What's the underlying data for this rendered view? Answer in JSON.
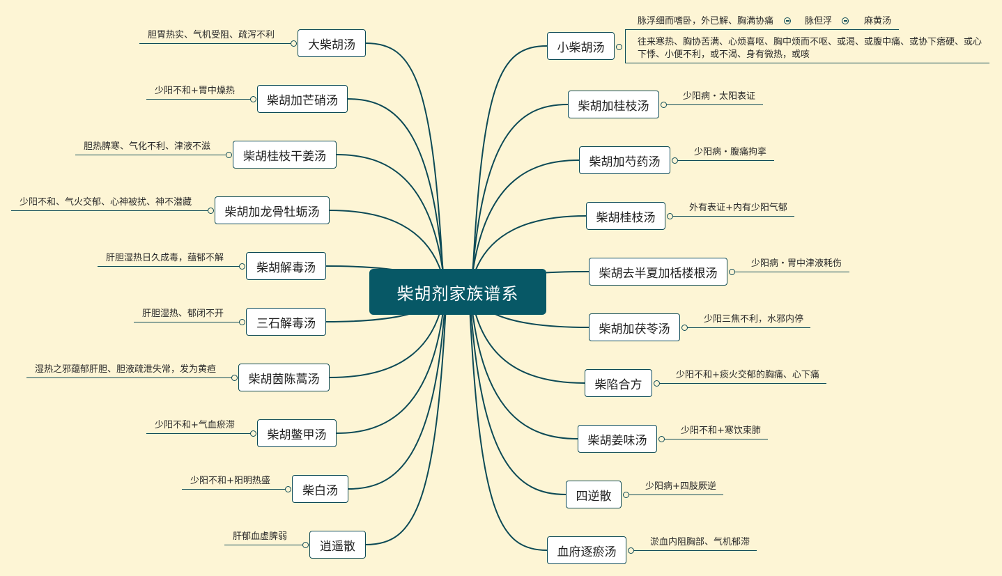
{
  "center": {
    "label": "柴胡剂家族谱系"
  },
  "left": [
    {
      "name": "大柴胡汤",
      "note": "胆胃热实、气机受阻、疏泻不利"
    },
    {
      "name": "柴胡加芒硝汤",
      "note": "少阳不和+胃中燥热"
    },
    {
      "name": "柴胡桂枝干姜汤",
      "note": "胆热脾寒、气化不利、津液不滋"
    },
    {
      "name": "柴胡加龙骨牡蛎汤",
      "note": "少阳不和、气火交郁、心神被扰、神不潜藏"
    },
    {
      "name": "柴胡解毒汤",
      "note": "肝胆湿热日久成毒，蕴郁不解"
    },
    {
      "name": "三石解毒汤",
      "note": "肝胆湿热、郁闭不开"
    },
    {
      "name": "柴胡茵陈蒿汤",
      "note": "湿热之邪蕴郁肝胆、胆液疏泄失常，发为黄疸"
    },
    {
      "name": "柴胡鳖甲汤",
      "note": "少阳不和+气血瘀滞"
    },
    {
      "name": "柴白汤",
      "note": "少阳不和+阳明热盛"
    },
    {
      "name": "逍遥散",
      "note": "肝郁血虚脾弱"
    }
  ],
  "right": [
    {
      "name": "小柴胡汤",
      "note": "往来寒热、胸协苦满、心烦喜呕、胸中烦而不呕、或渴、或腹中痛、或协下痞硬、或心下悸、小便不利，或不渴、身有微热，或咳",
      "chain": [
        "脉浮细而嗜卧，外已解、胸满协痛",
        "脉但浮",
        "麻黄汤"
      ]
    },
    {
      "name": "柴胡加桂枝汤",
      "note": "少阳病・太阳表证"
    },
    {
      "name": "柴胡加芍药汤",
      "note": "少阳病・腹痛拘挛"
    },
    {
      "name": "柴胡桂枝汤",
      "note": "外有表证+内有少阳气郁"
    },
    {
      "name": "柴胡去半夏加栝楼根汤",
      "note": "少阳病・胃中津液耗伤"
    },
    {
      "name": "柴胡加茯苓汤",
      "note": "少阳三焦不利，水邪内停"
    },
    {
      "name": "柴陷合方",
      "note": "少阳不和+痰火交郁的胸痛、心下痛"
    },
    {
      "name": "柴胡姜味汤",
      "note": "少阳不和+寒饮束肺"
    },
    {
      "name": "四逆散",
      "note": "少阳病+四肢厥逆"
    },
    {
      "name": "血府逐瘀汤",
      "note": "淤血内阻胸部、气机郁滞"
    }
  ],
  "colors": {
    "background": "#fdf5d5",
    "center_fill": "#075866",
    "line": "#0d4a56",
    "node_fill": "#ffffff"
  }
}
